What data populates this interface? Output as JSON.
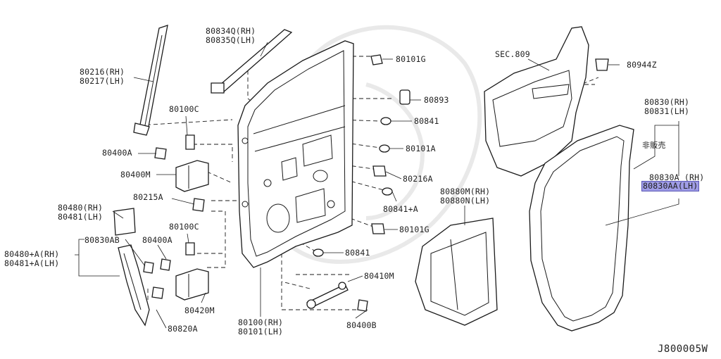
{
  "diagram_code": "J800005W",
  "labels": {
    "l80216": "80216(RH)\n80217(LH)",
    "l80834": "80834Q(RH)\n80835Q(LH)",
    "l80101g_top": "80101G",
    "l80893": "80893",
    "l80841_top": "80841",
    "l80101a": "80101A",
    "l80216a": "80216A",
    "l80841a": "80841+A",
    "l80101g_bot": "80101G",
    "l80841_bot": "80841",
    "l80410m": "80410M",
    "l80400b": "80400B",
    "l80100": "80100(RH)\n80101(LH)",
    "l80100c_top": "80100C",
    "l80400a_left": "80400A",
    "l80400m": "80400M",
    "l80215a": "80215A",
    "l80480": "80480(RH)\n80481(LH)",
    "l80100c_bot": "80100C",
    "l80830ab": "80830AB",
    "l80400a_low": "80400A",
    "l80480a": "80480+A(RH)\n80481+A(LH)",
    "l80420m": "80420M",
    "l80820a": "80820A",
    "lsec809": "SEC.809",
    "l80944z": "80944Z",
    "l80880": "80880M(RH)\n80880N(LH)",
    "l80830": "80830(RH)\n80831(LH)",
    "lnotsold": "非販売",
    "l80830a": "80830A (RH)",
    "l80830aa": "80830AA(LH)"
  }
}
